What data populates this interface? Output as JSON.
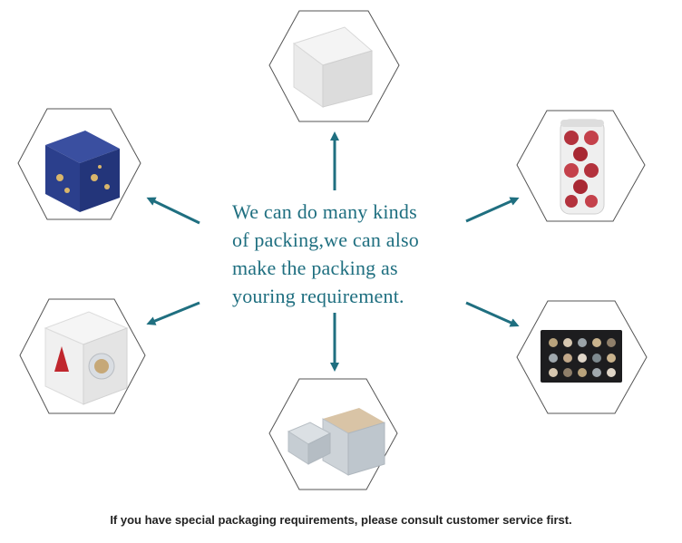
{
  "message": {
    "line1": "We can do many kinds",
    "line2": "of packing,we can also",
    "line3": "make the packing as",
    "line4": "youring requirement."
  },
  "footer_note": "If you have special packaging requirements, please consult customer service first.",
  "colors": {
    "accent": "#1f6f80",
    "arrow": "#1f6f80",
    "hexagon_stroke": "#555555",
    "footer_text": "#222222"
  },
  "packaging_items": [
    {
      "name": "white-cube-box"
    },
    {
      "name": "blue-printed-box"
    },
    {
      "name": "clear-tube-with-red-baubles"
    },
    {
      "name": "window-gift-box"
    },
    {
      "name": "black-tray-with-ornaments"
    },
    {
      "name": "lidded-grey-box"
    }
  ]
}
